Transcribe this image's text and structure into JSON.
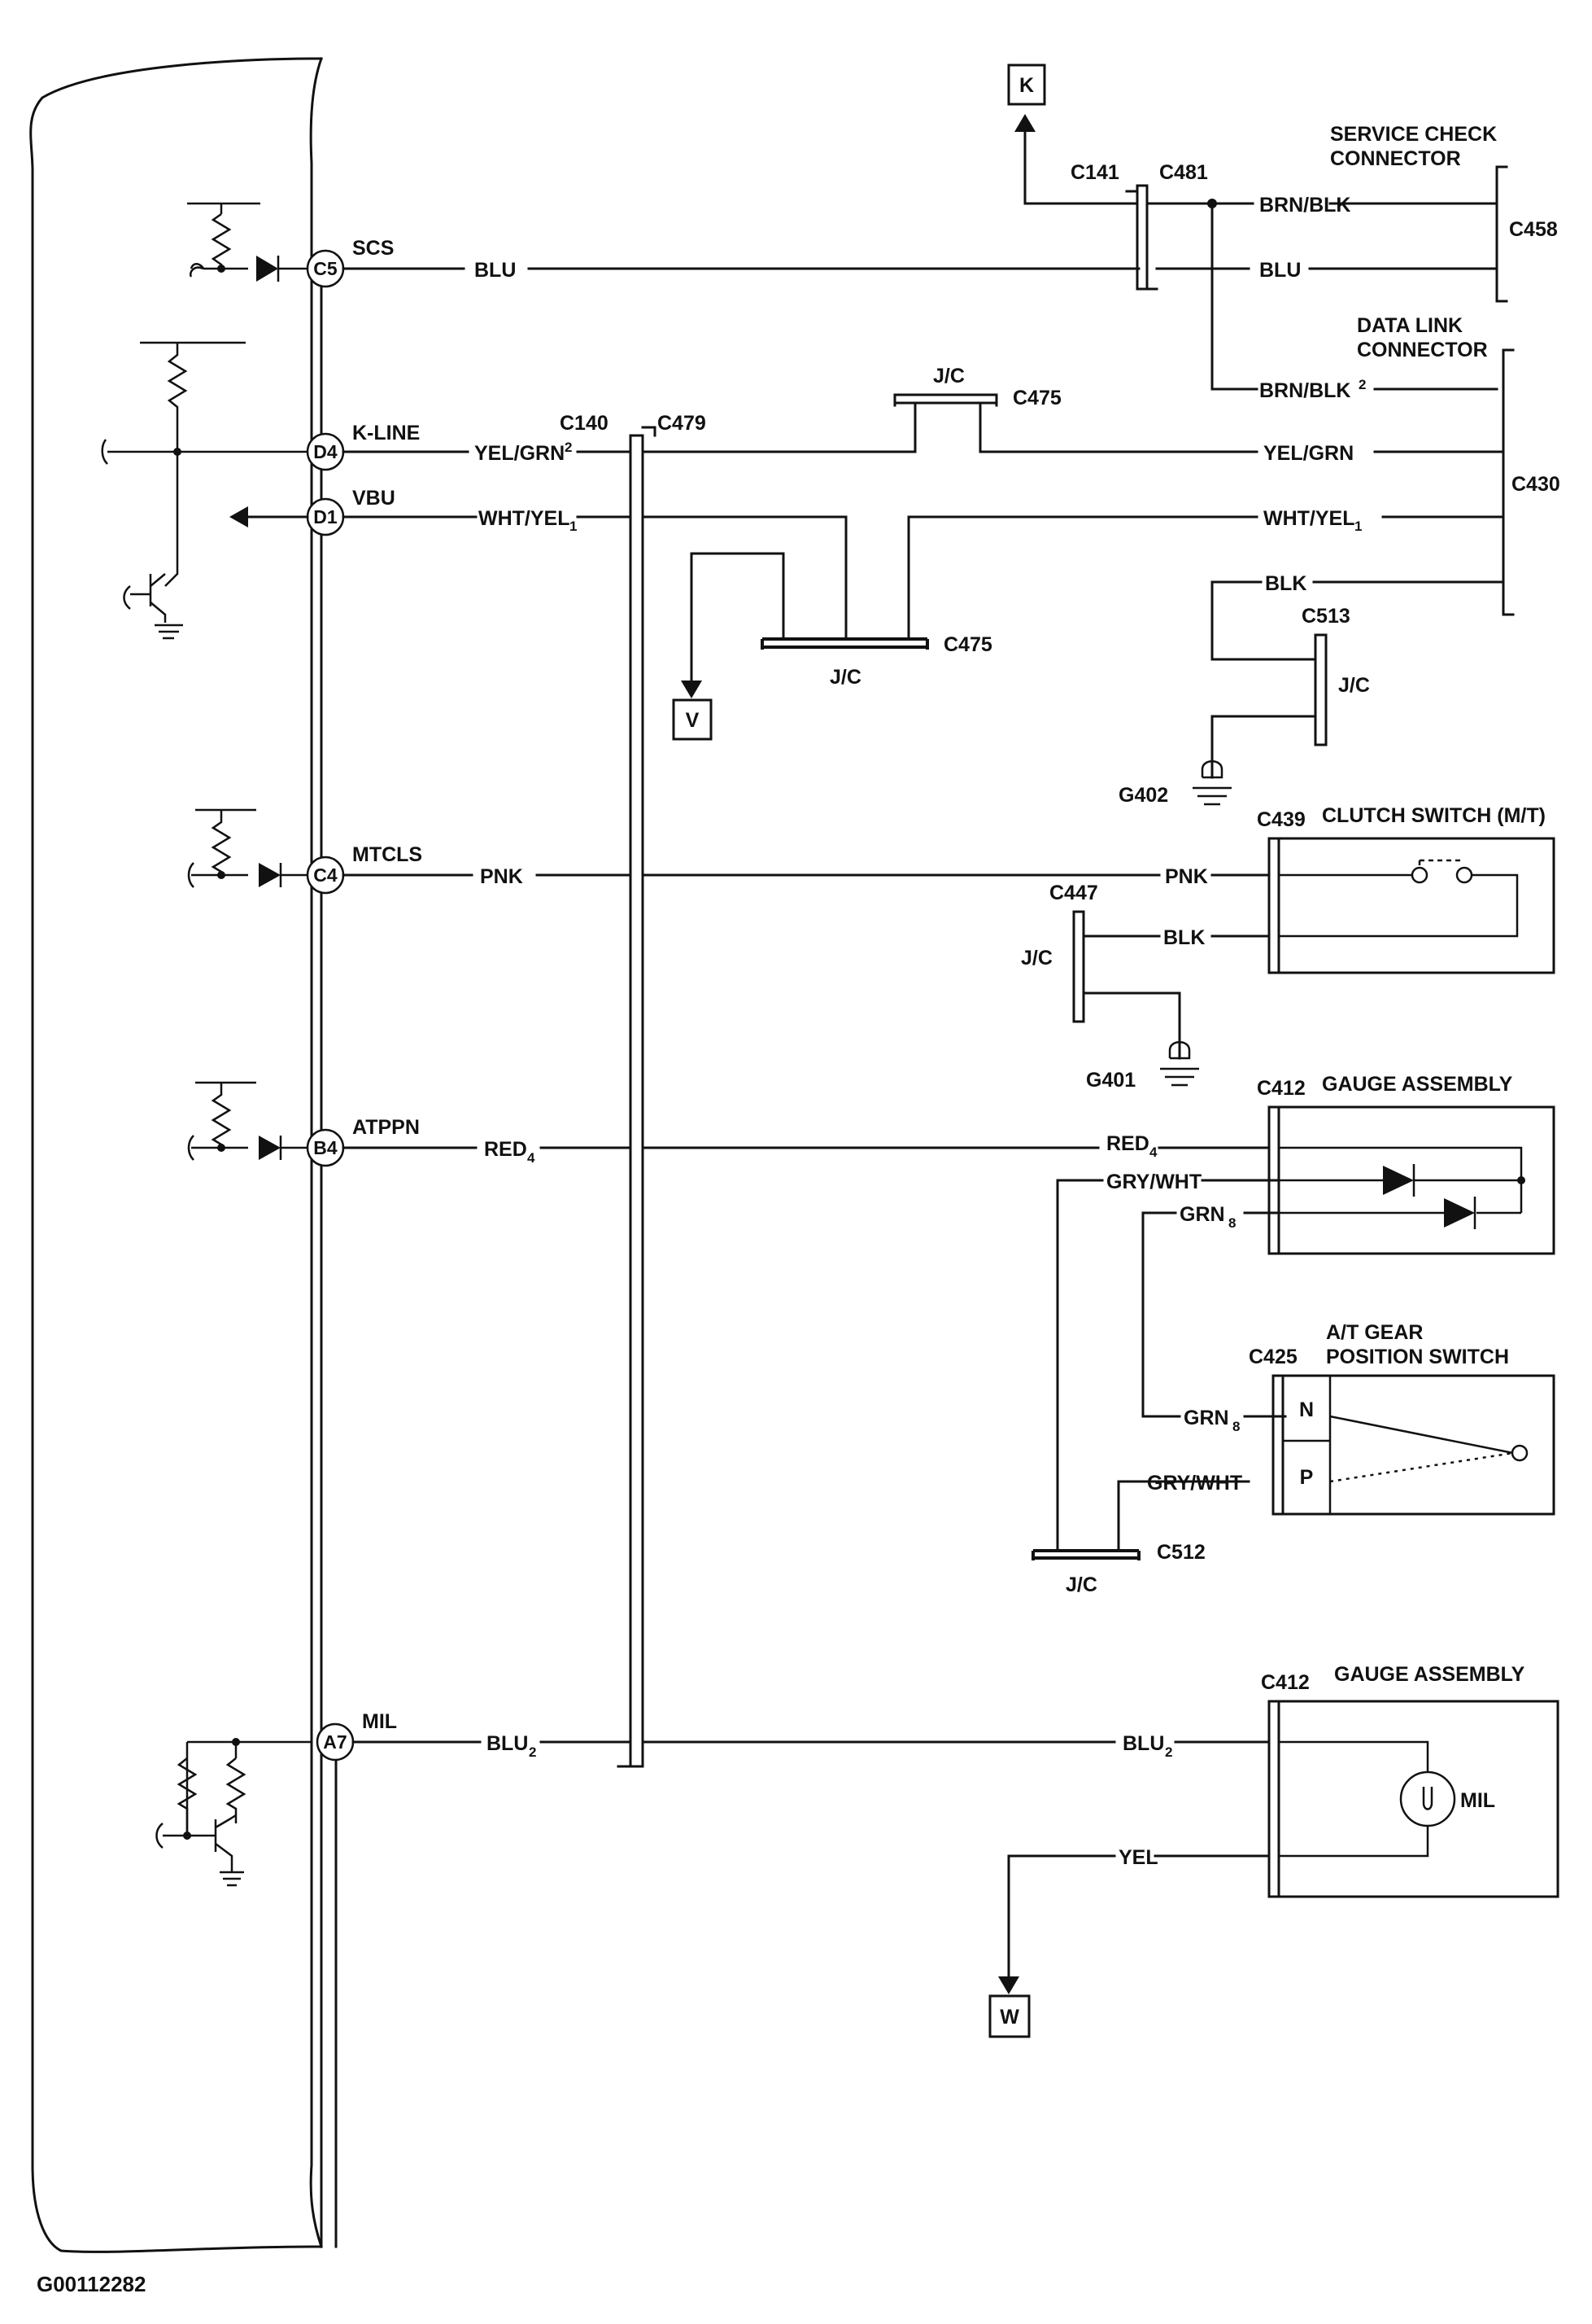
{
  "ecm_pins": {
    "c5": "C5",
    "d4": "D4",
    "d1": "D1",
    "c4": "C4",
    "b4": "B4",
    "a7": "A7"
  },
  "pin_functions": {
    "scs": "SCS",
    "kline": "K-LINE",
    "vbu": "VBU",
    "mtcls": "MTCLS",
    "atppn": "ATPPN",
    "mil": "MIL"
  },
  "wires": {
    "blu": "BLU",
    "yel_grn2": "YEL/GRN",
    "wht_yel1": "WHT/YEL",
    "pnk": "PNK",
    "red4": "RED",
    "blu2": "BLU",
    "brn_blk": "BRN/BLK",
    "brn_blk2": "BRN/BLK",
    "yel_grn": "YEL/GRN",
    "blk": "BLK",
    "gry_wht": "GRY/WHT",
    "grn8": "GRN",
    "yel": "YEL"
  },
  "subscripts": {
    "two": "2",
    "one": "1",
    "four": "4",
    "eight": "8"
  },
  "connectors": {
    "c140": "C140",
    "c479": "C479",
    "c141": "C141",
    "c481": "C481",
    "c458": "C458",
    "c430": "C430",
    "c475a": "C475",
    "c475b": "C475",
    "c513": "C513",
    "c439": "C439",
    "c447": "C447",
    "c412a": "C412",
    "c412b": "C412",
    "c425": "C425",
    "c512": "C512"
  },
  "junctions": {
    "jc": "J/C"
  },
  "grounds": {
    "g402": "G402",
    "g401": "G401"
  },
  "components": {
    "service_check_1": "SERVICE CHECK",
    "service_check_2": "CONNECTOR",
    "data_link_1": "DATA LINK",
    "data_link_2": "CONNECTOR",
    "clutch_switch": "CLUTCH SWITCH (M/T)",
    "gauge_assembly": "GAUGE ASSEMBLY",
    "at_gear_1": "A/T GEAR",
    "at_gear_2": "POSITION SWITCH",
    "mil_lamp": "MIL",
    "switch_n": "N",
    "switch_p": "P"
  },
  "refs": {
    "k": "K",
    "v": "V",
    "w": "W"
  },
  "footer": {
    "figure_id": "G00112282"
  }
}
